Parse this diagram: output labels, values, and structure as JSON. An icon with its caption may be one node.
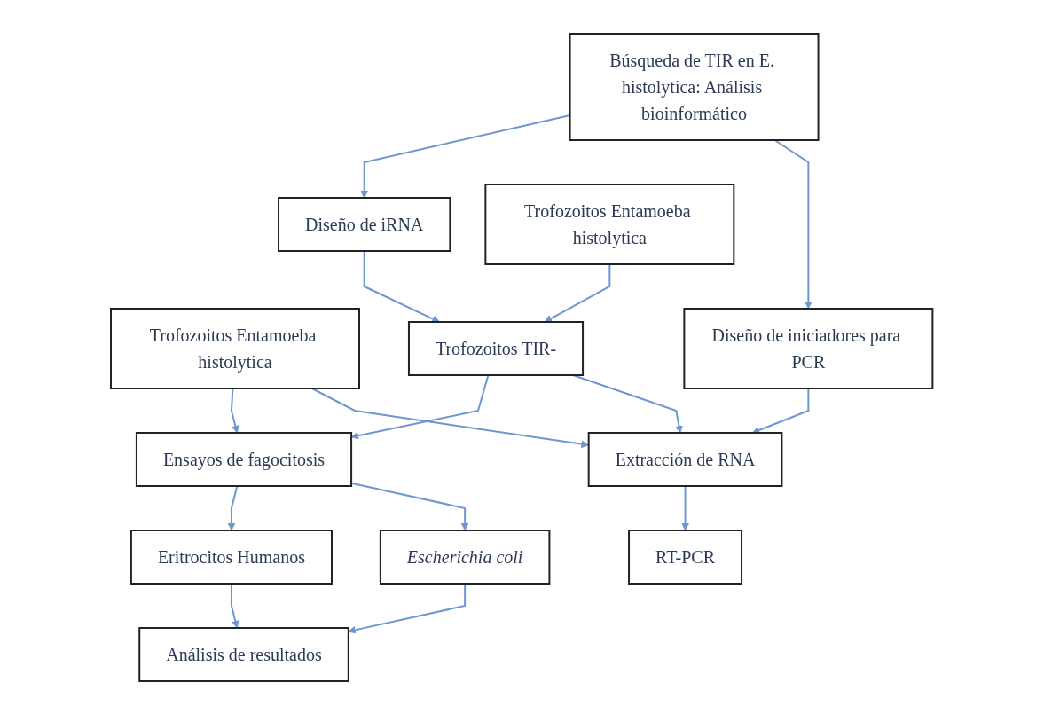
{
  "diagram": {
    "nodes": [
      {
        "text": [
          "Búsqueda de TIR en E. histolytica: Análisis bioinformático"
        ]
      },
      {
        "text": [
          "Trofozoitos Entamoeba histolytica"
        ]
      },
      {
        "text": [
          "Diseño de iniciadores para PCR"
        ]
      },
      {
        "text": [
          "Extracción de RNA"
        ]
      },
      {
        "text": [
          "RT-PCR"
        ]
      },
      {
        "text": [
          "Diseño de iRNA"
        ]
      },
      {
        "text": [
          "Trofozoitos TIR-"
        ]
      },
      {
        "text": [
          "Ensayos de fagocitosis"
        ]
      },
      {
        "text": [
          "Escherichia coli"
        ]
      },
      {
        "text": [
          "Eritrocitos Humanos"
        ]
      },
      {
        "text": [
          "Trofozoitos Entamoeba histolytica"
        ]
      },
      {
        "text": [
          "Análisis de resultados"
        ]
      }
    ],
    "edges": [
      {
        "from": 0,
        "to": 2,
        "arrow": "to"
      },
      {
        "from": 0,
        "to": 5,
        "arrow": "to"
      },
      {
        "from": 1,
        "to": 3,
        "arrow": "to"
      },
      {
        "from": 1,
        "to": 7,
        "arrow": "to"
      },
      {
        "from": 2,
        "to": 3,
        "arrow": "to"
      },
      {
        "from": 3,
        "to": 4,
        "arrow": "to"
      },
      {
        "from": 6,
        "to": 3,
        "arrow": "to"
      },
      {
        "from": 5,
        "to": 6,
        "arrow": "to"
      },
      {
        "from": 10,
        "to": 6,
        "arrow": "to"
      },
      {
        "from": 6,
        "to": 7,
        "arrow": "to"
      },
      {
        "from": 7,
        "to": 8,
        "arrow": "to"
      },
      {
        "from": 7,
        "to": 9,
        "arrow": "to"
      },
      {
        "from": 8,
        "to": 11,
        "arrow": "to"
      },
      {
        "from": 9,
        "to": 11,
        "arrow": "to"
      }
    ]
  }
}
